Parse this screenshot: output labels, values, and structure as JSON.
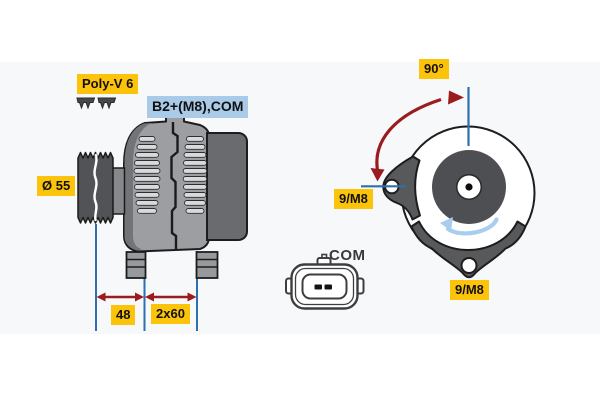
{
  "colors": {
    "label_yellow": "#fcc30b",
    "label_blue": "#a9cbe8",
    "dim_red": "#9b1c1f",
    "dim_blue": "#2f6fad",
    "rotation_blue": "#a8cdee",
    "body_gray": "#9c9ea1",
    "dark_gray": "#58595b",
    "panel_bg": "#f6f8fa"
  },
  "side_view": {
    "belt_type_label": "Poly-V 6",
    "terminal_label": "B2+(M8),COM",
    "pulley_diameter_label": "Ø 55",
    "dim_belt_to_mount": "48",
    "dim_mount_spacing": "2x60"
  },
  "rear_view": {
    "mount_angle_label": "90°",
    "mount_hole_left_label": "9/M8",
    "mount_hole_bottom_label": "9/M8"
  },
  "connector": {
    "label": "COM"
  }
}
